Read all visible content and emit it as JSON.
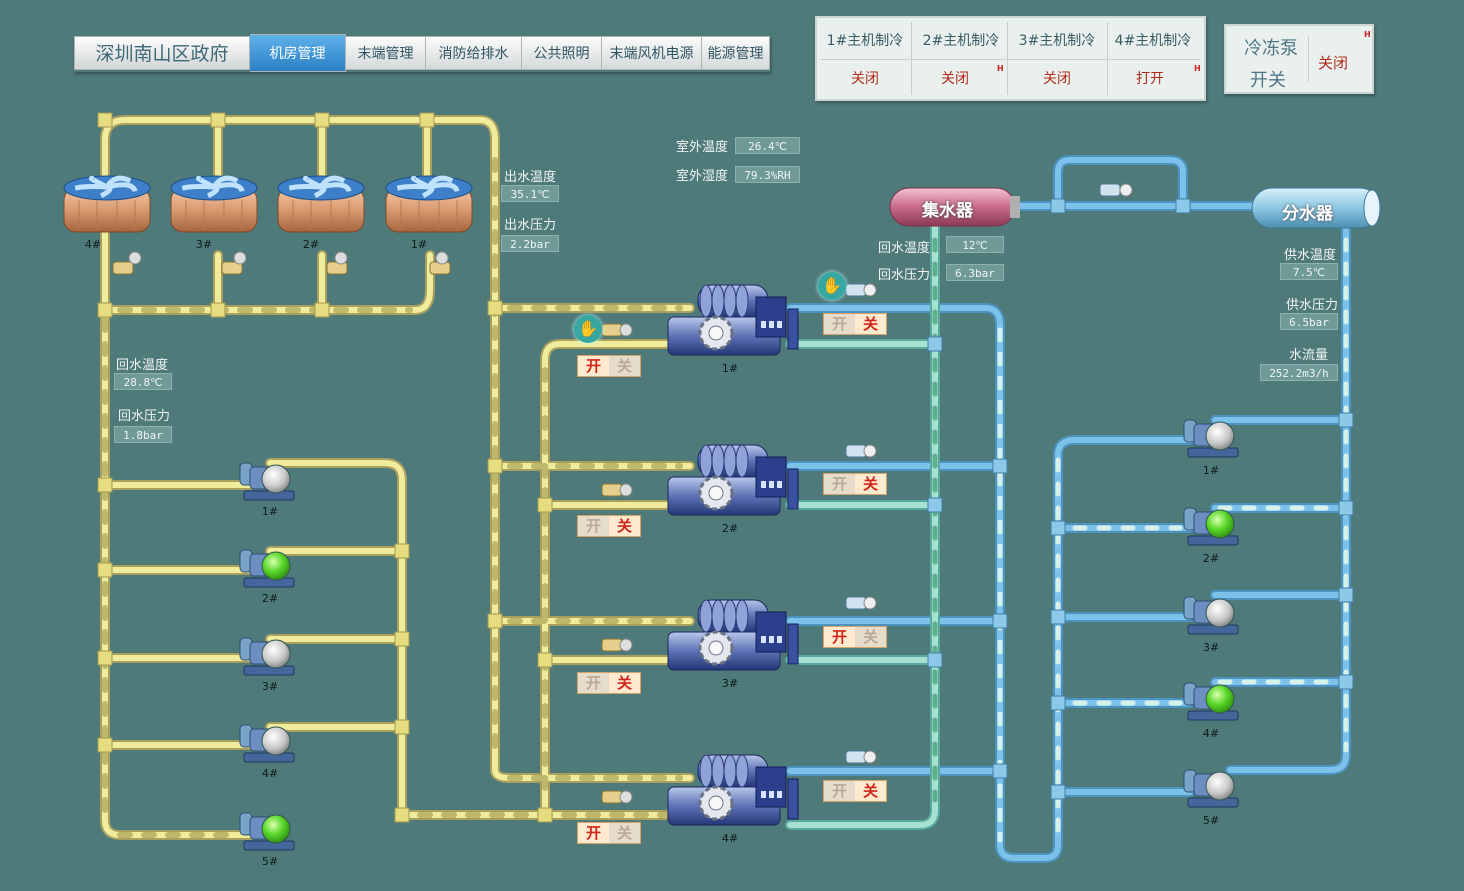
{
  "nav": {
    "title": "深圳南山区政府",
    "tabs": [
      "机房管理",
      "末端管理",
      "消防给排水",
      "公共照明",
      "末端风机电源",
      "能源管理"
    ],
    "active_tab": "机房管理"
  },
  "chiller_panel": {
    "units": [
      {
        "name": "1#主机制冷",
        "state": "关闭"
      },
      {
        "name": "2#主机制冷",
        "state": "关闭"
      },
      {
        "name": "3#主机制冷",
        "state": "关闭"
      },
      {
        "name": "4#主机制冷",
        "state": "打开"
      }
    ],
    "marker": "H"
  },
  "freeze_pump_panel": {
    "title_line1": "冷冻泵",
    "title_line2": "开关",
    "state": "关闭",
    "marker": "H"
  },
  "outdoor": {
    "temp_label": "室外温度",
    "temp_value": "26.4℃",
    "humidity_label": "室外湿度",
    "humidity_value": "79.3%RH"
  },
  "cooling_outlet": {
    "temp_label": "出水温度",
    "temp_value": "35.1℃",
    "pressure_label": "出水压力",
    "pressure_value": "2.2bar"
  },
  "cooling_return": {
    "temp_label": "回水温度",
    "temp_value": "28.8℃",
    "pressure_label": "回水压力",
    "pressure_value": "1.8bar"
  },
  "collector": {
    "name": "集水器",
    "temp_label": "回水温度",
    "temp_value": "12℃",
    "pressure_label": "回水压力",
    "pressure_value": "6.3bar"
  },
  "distributor": {
    "name": "分水器",
    "temp_label": "供水温度",
    "temp_value": "7.5℃",
    "pressure_label": "供水压力",
    "pressure_value": "6.5bar",
    "flow_label": "水流量",
    "flow_value": "252.2m3/h"
  },
  "switch_labels": {
    "on": "开",
    "off": "关"
  },
  "switches": [
    {
      "active": "on"
    },
    {
      "active": "off"
    },
    {
      "active": "off"
    },
    {
      "active": "on"
    },
    {
      "active": "off"
    },
    {
      "active": "off"
    },
    {
      "active": "on"
    },
    {
      "active": "off"
    }
  ],
  "cooling_towers": [
    "4#",
    "3#",
    "2#",
    "1#"
  ],
  "chillers": [
    "1#",
    "2#",
    "3#",
    "4#"
  ],
  "cooling_pumps": [
    {
      "label": "1#",
      "running": false
    },
    {
      "label": "2#",
      "running": true
    },
    {
      "label": "3#",
      "running": false
    },
    {
      "label": "4#",
      "running": false
    },
    {
      "label": "5#",
      "running": true
    }
  ],
  "chilled_pumps": [
    {
      "label": "1#",
      "running": false
    },
    {
      "label": "2#",
      "running": true
    },
    {
      "label": "3#",
      "running": false
    },
    {
      "label": "4#",
      "running": true
    },
    {
      "label": "5#",
      "running": false
    }
  ],
  "colors": {
    "background": "#4f7a7a",
    "cooling_pipe": "#f1ec9c",
    "chilled_pipe": "#7cc1ea",
    "return_pipe": "#a6e0d0",
    "pump_running": "#5ad82a",
    "pump_stopped": "#c8c8c8",
    "state_text": "#b02a1a"
  }
}
